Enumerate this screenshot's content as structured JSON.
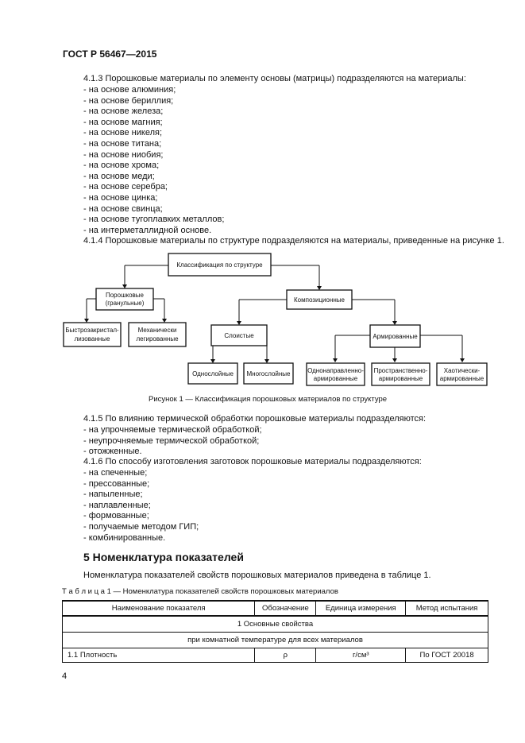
{
  "header": {
    "title": "ГОСТ Р 56467—2015"
  },
  "s413": {
    "intro": "4.1.3 Порошковые материалы по элементу основы (матрицы) подразделяются на материалы:",
    "items": [
      "- на основе алюминия;",
      "- на основе бериллия;",
      "- на основе железа;",
      "- на основе магния;",
      "- на основе никеля;",
      "- на основе титана;",
      "- на основе ниобия;",
      "- на основе хрома;",
      "- на основе меди;",
      "- на основе серебра;",
      "- на основе цинка;",
      "- на основе свинца;",
      "- на основе тугоплавких металлов;",
      "- на интерметаллидной основе."
    ]
  },
  "s414": {
    "text": "4.1.4 Порошковые материалы по структуре подразделяются на материалы, приведенные на рисунке 1."
  },
  "figure": {
    "root": "Классификация по структуре",
    "powder_1": "Порошковые",
    "powder_2": "(гранульные)",
    "rapid_1": "Быстрозакристал-",
    "rapid_2": "лизованные",
    "mech_1": "Механически",
    "mech_2": "легированные",
    "composite": "Композиционные",
    "layered": "Слоистые",
    "single_layer": "Однослойные",
    "multi_layer": "Многослойные",
    "reinforced": "Армированные",
    "uni_1": "Однонаправленно-",
    "uni_2": "армированные",
    "spatial_1": "Пространственно-",
    "spatial_2": "армированные",
    "chaotic_1": "Хаотически-",
    "chaotic_2": "армированные",
    "caption": "Рисунок 1 — Классификация порошковых материалов по структуре"
  },
  "s415": {
    "intro": "4.1.5 По влиянию термической обработки порошковые материалы подразделяются:",
    "items": [
      "- на упрочняемые термической обработкой;",
      "- неупрочняемые термической обработкой;",
      "- отожженные."
    ]
  },
  "s416": {
    "intro": "4.1.6 По способу изготовления заготовок порошковые материалы подразделяются:",
    "items": [
      "- на спеченные;",
      "- прессованные;",
      "- напыленные;",
      "- наплавленные;",
      "- формованные;",
      "- получаемые методом ГИП;",
      "- комбинированные."
    ]
  },
  "section5": {
    "title": "5 Номенклатура показателей",
    "text": "Номенклатура показателей свойств порошковых материалов приведена в таблице 1."
  },
  "table": {
    "caption": "Т а б л и ц а   1 — Номенклатура показателей свойств порошковых материалов",
    "headers": [
      "Наименование показателя",
      "Обозначение",
      "Единица измерения",
      "Метод испытания"
    ],
    "group1": "1 Основные свойства",
    "group2": "при комнатной температуре для всех материалов",
    "row1": [
      "1.1 Плотность",
      "ρ",
      "г/см³",
      "По ГОСТ 20018"
    ]
  },
  "footer": {
    "page": "4"
  }
}
